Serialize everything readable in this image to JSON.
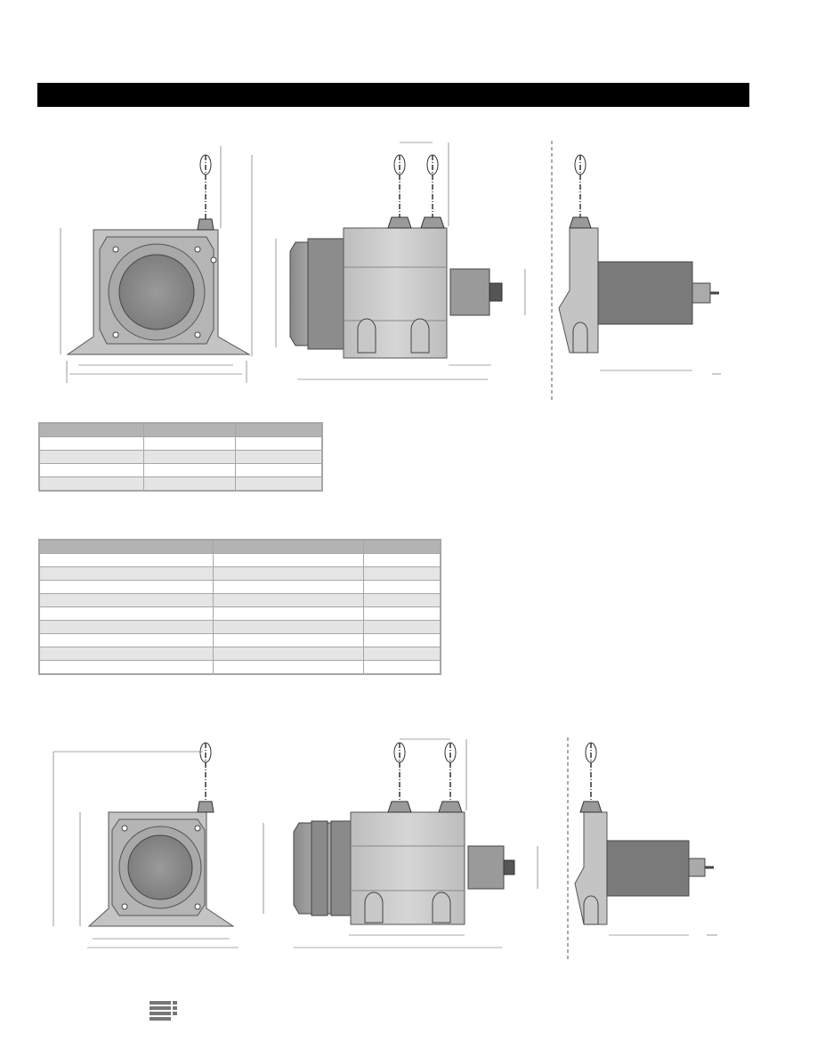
{
  "page": {
    "header_bar_text": "",
    "sections": [
      {
        "name": "upper-dimension-drawings",
        "views": [
          "front-view",
          "side-view",
          "rear-view"
        ]
      },
      {
        "name": "lower-dimension-drawings",
        "views": [
          "front-view",
          "side-view",
          "rear-view"
        ]
      }
    ]
  },
  "tables": {
    "small": {
      "columns": 3,
      "rows": 4,
      "header": [
        "",
        "",
        ""
      ]
    },
    "large": {
      "columns": 3,
      "rows": 9,
      "header": [
        "",
        "",
        ""
      ]
    }
  },
  "colors": {
    "header_bar": "#000000",
    "body_housing": "#c8c8c8",
    "motor_dark": "#7a7a7a",
    "table_header": "#b3b3b3",
    "table_stripe": "#e5e5e5",
    "table_border": "#a6a6a6"
  },
  "footer": {
    "logo_icon": "brand-logo-icon"
  }
}
